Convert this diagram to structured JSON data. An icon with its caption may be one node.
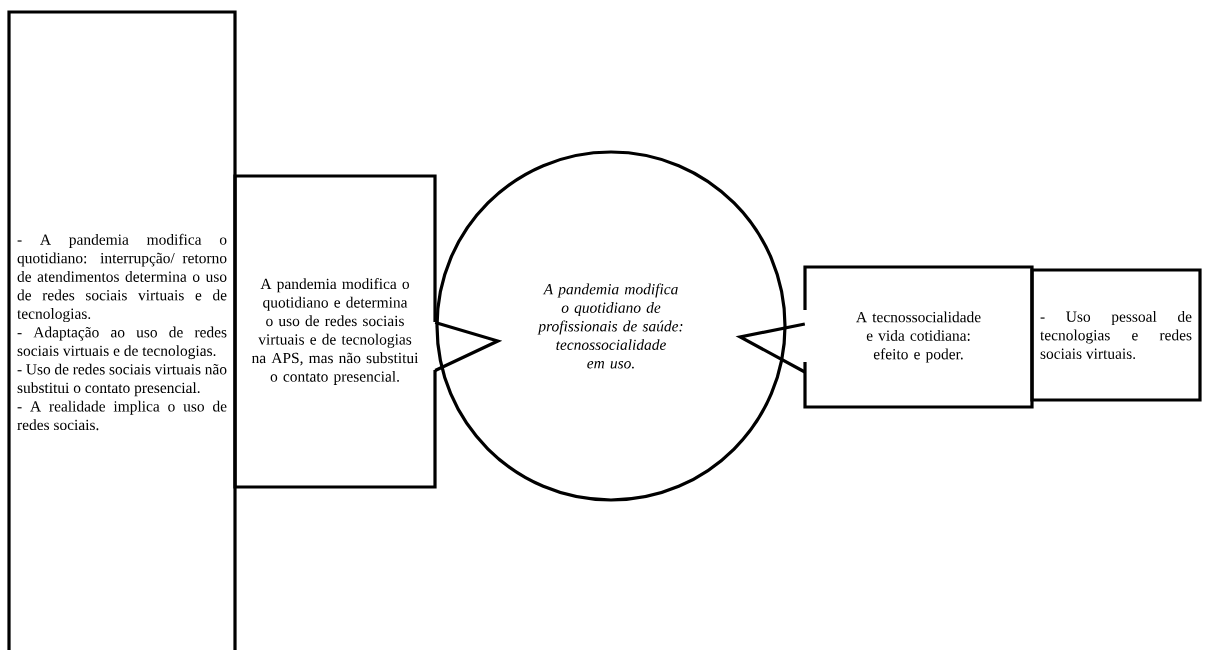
{
  "diagram": {
    "nodes": [
      {
        "text": [
          "- A pandemia modifica o quotidiano: interrupção/ retorno de atendimentos determina o uso de redes sociais virtuais e de tecnologias.",
          "- Adaptação ao uso de redes sociais virtuais e de tecnologias.",
          "- Uso de redes sociais virtuais não substitui o contato presencial.",
          "- A realidade implica o uso de redes sociais."
        ]
      },
      {
        "text": [
          "A pandemia modifica o quotidiano e determina o uso de redes sociais virtuais e de tecnologias na APS, mas não substitui o contato presencial."
        ]
      },
      {
        "text": [
          "A pandemia modifica o quotidiano de profissionais de saúde: tecnossocialidade em uso."
        ]
      },
      {
        "text": [
          "A tecnossocialidade e vida cotidiana: efeito e poder."
        ]
      },
      {
        "text": [
          "- Uso pessoal de tecnologias e redes sociais virtuais."
        ]
      }
    ],
    "edges": [
      {
        "from": 1,
        "to": 2,
        "arrow": "to"
      },
      {
        "from": 3,
        "to": 2,
        "arrow": "to"
      }
    ]
  }
}
